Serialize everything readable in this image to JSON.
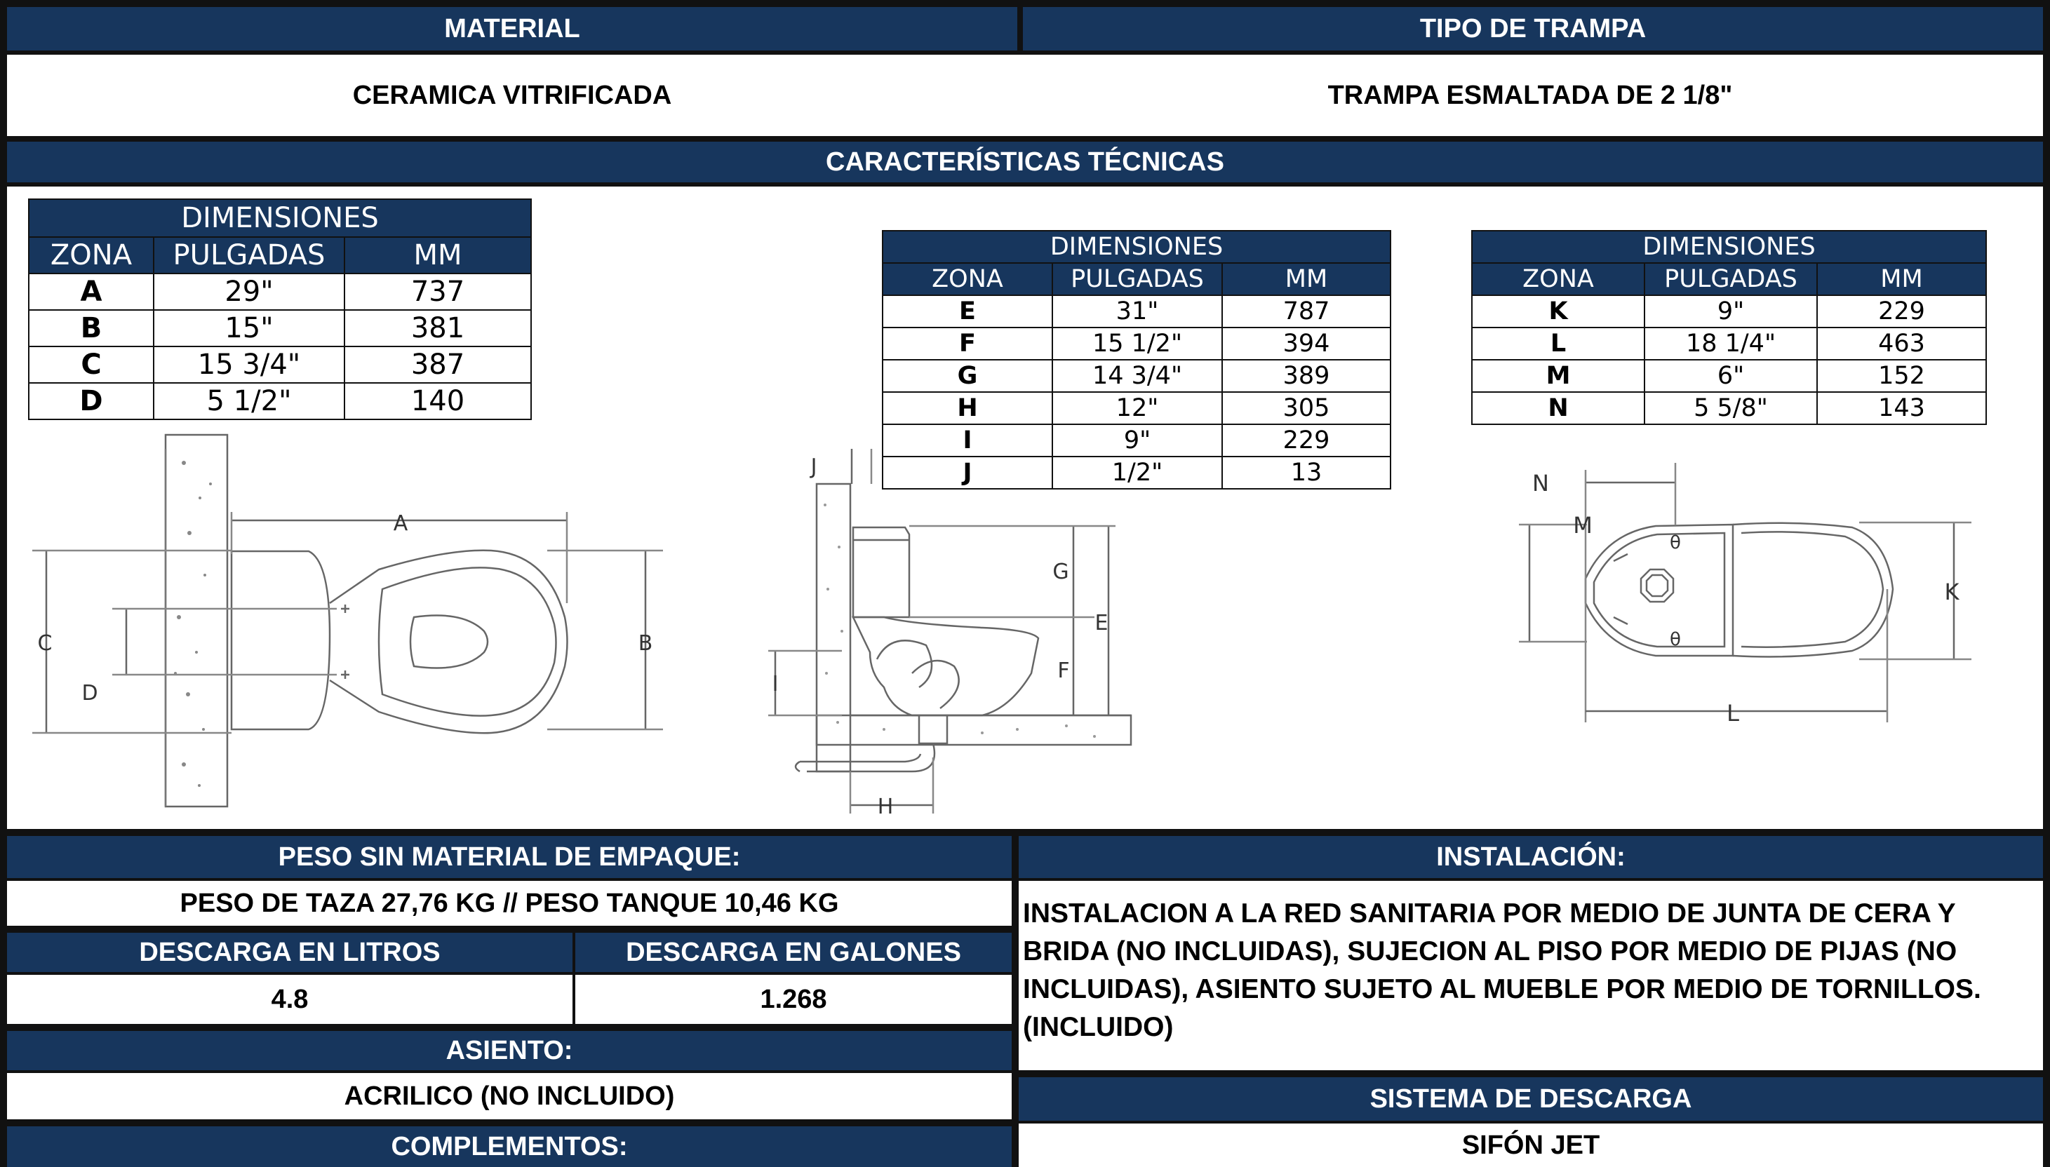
{
  "material": {
    "header": "MATERIAL",
    "value": "CERAMICA VITRIFICADA"
  },
  "trampa": {
    "header": "TIPO DE TRAMPA",
    "value": "TRAMPA ESMALTADA DE 2 1/8\""
  },
  "caracteristicas": {
    "header": "CARACTERÍSTICAS TÉCNICAS"
  },
  "tables": [
    {
      "title": "DIMENSIONES",
      "columns": [
        "ZONA",
        "PULGADAS",
        "MM"
      ],
      "rows": [
        [
          "A",
          "29\"",
          "737"
        ],
        [
          "B",
          "15\"",
          "381"
        ],
        [
          "C",
          "15 3/4\"",
          "387"
        ],
        [
          "D",
          "5 1/2\"",
          "140"
        ]
      ]
    },
    {
      "title": "DIMENSIONES",
      "columns": [
        "ZONA",
        "PULGADAS",
        "MM"
      ],
      "rows": [
        [
          "E",
          "31\"",
          "787"
        ],
        [
          "F",
          "15 1/2\"",
          "394"
        ],
        [
          "G",
          "14 3/4\"",
          "389"
        ],
        [
          "H",
          "12\"",
          "305"
        ],
        [
          "I",
          "9\"",
          "229"
        ],
        [
          "J",
          "1/2\"",
          "13"
        ]
      ]
    },
    {
      "title": "DIMENSIONES",
      "columns": [
        "ZONA",
        "PULGADAS",
        "MM"
      ],
      "rows": [
        [
          "K",
          "9\"",
          "229"
        ],
        [
          "L",
          "18 1/4\"",
          "463"
        ],
        [
          "M",
          "6\"",
          "152"
        ],
        [
          "N",
          "5 5/8\"",
          "143"
        ]
      ]
    }
  ],
  "drawing_labels": {
    "top_view": {
      "a": "A",
      "b": "B",
      "c": "C",
      "d": "D"
    },
    "side_view": {
      "e": "E",
      "f": "F",
      "g": "G",
      "h": "H",
      "i": "I",
      "j": "J"
    },
    "tank_view": {
      "k": "K",
      "l": "L",
      "m": "M",
      "n": "N",
      "theta": "θ"
    }
  },
  "peso": {
    "header": "PESO SIN MATERIAL DE EMPAQUE:",
    "value": "PESO DE TAZA 27,76 KG  //  PESO TANQUE 10,46 KG"
  },
  "descarga_litros": {
    "header": "DESCARGA EN LITROS",
    "value": "4.8"
  },
  "descarga_galones": {
    "header": "DESCARGA EN GALONES",
    "value": "1.268"
  },
  "asiento": {
    "header": "ASIENTO:",
    "value": "ACRILICO (NO INCLUIDO)"
  },
  "complementos": {
    "header": "COMPLEMENTOS:"
  },
  "instalacion": {
    "header": "INSTALACIÓN:",
    "lines": [
      "INSTALACION A LA RED SANITARIA POR MEDIO DE JUNTA  DE  CERA  Y",
      "BRIDA (NO INCLUIDAS), SUJECION AL PISO POR MEDIO DE PIJAS  (NO",
      "INCLUIDAS), ASIENTO SUJETO AL MUEBLE POR MEDIO DE TORNILLOS.",
      "(INCLUIDO)"
    ]
  },
  "sistema": {
    "header": "SISTEMA DE DESCARGA",
    "value": "SIFÓN JET"
  },
  "colors": {
    "header_bg": "#17365d",
    "header_text": "#ffffff",
    "border": "#111111"
  }
}
